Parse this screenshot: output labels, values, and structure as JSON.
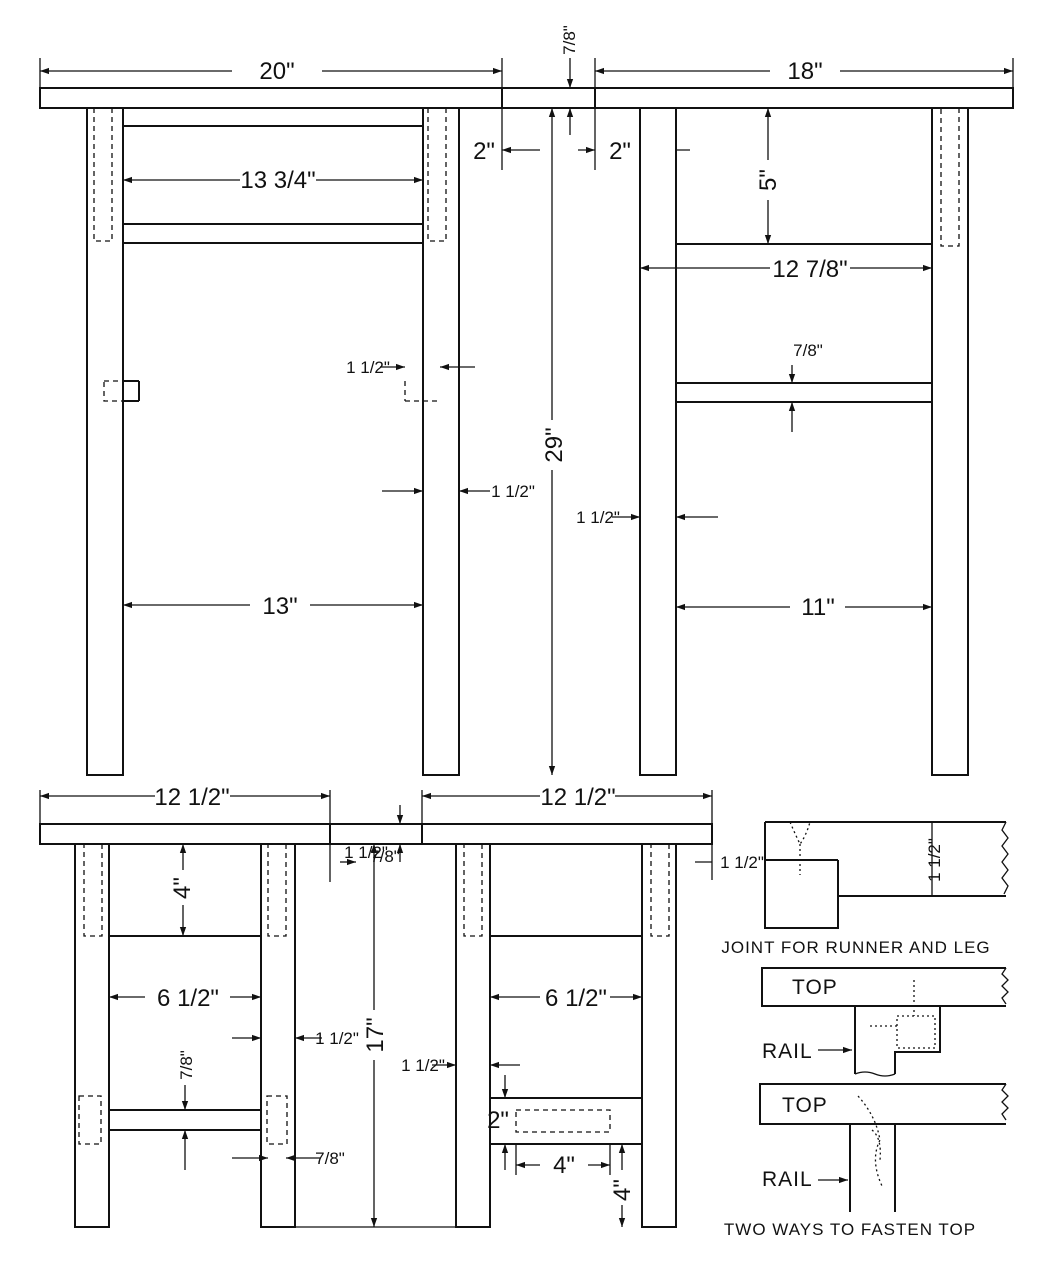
{
  "title": "",
  "upper_left": {
    "top_width": "20\"",
    "rail_span": "13 3/4\"",
    "leg_span": "13\"",
    "runner_notch": "1 1/2\"",
    "leg_width": "1 1/2\""
  },
  "upper_center": {
    "top_thickness": "7/8\"",
    "overhang_left": "2\"",
    "overhang_right": "2\"",
    "height": "29\""
  },
  "upper_right": {
    "top_width": "18\"",
    "rail_drop": "5\"",
    "rail_span": "12 7/8\"",
    "runner_thickness": "7/8\"",
    "leg_width": "1 1/2\"",
    "leg_span": "11\""
  },
  "lower_left": {
    "top_width": "12 1/2\"",
    "rail_drop": "4\"",
    "leg_span": "6 1/2\"",
    "leg_width": "1 1/2\"",
    "runner_thickness": "7/8\"",
    "runner_depth": "7/8\""
  },
  "lower_center": {
    "overhang": "1 1/2\"",
    "top_thickness": "7/8\"",
    "height": "17\""
  },
  "lower_right": {
    "top_width": "12 1/2\"",
    "overhang": "1 1/2\"",
    "leg_span": "6 1/2\"",
    "leg_width": "1 1/2\"",
    "drawer_depth": "2\"",
    "drawer_width": "4\"",
    "drawer_drop": "4\""
  },
  "details": {
    "joint_dim": "1 1/2\"",
    "joint_caption": "JOINT FOR RUNNER AND LEG",
    "top_label": "TOP",
    "rail_label": "RAIL",
    "fasten_caption": "TWO WAYS TO FASTEN TOP"
  }
}
